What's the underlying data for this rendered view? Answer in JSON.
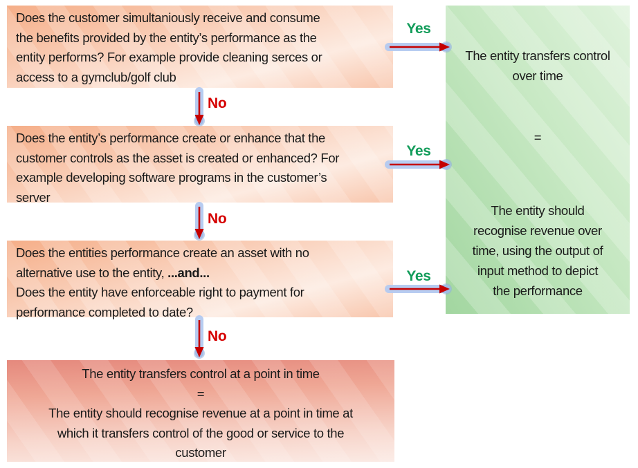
{
  "labels": {
    "yes": "Yes",
    "no": "No"
  },
  "colors": {
    "yes_label": "#129c5a",
    "no_label": "#d50000",
    "arrow_red": "#c50000",
    "arrow_glow": "#b3c9f0",
    "question_box_dark": "#f5ae88",
    "question_box_light": "#fdebe1",
    "green_box_dark": "#a2d6a0",
    "green_box_light": "#e0f3dd",
    "red_box_dark": "#e5897d",
    "red_box_light": "#fbeae4",
    "text": "#1a1a1a"
  },
  "boxes": {
    "q1": {
      "lines": [
        "Does the customer simultaniously receive and consume",
        "the benefits provided by the entity’s performance as the",
        "entity performs? For example provide cleaning serces or",
        "access to a gymclub/golf club"
      ]
    },
    "q2": {
      "lines": [
        "Does the entity’s performance create or enhance that the",
        "customer controls as the asset is created or enhanced? For",
        "example developing software programs in the customer’s",
        "server"
      ]
    },
    "q3": {
      "lines": [
        "Does the entities performance create an asset with no",
        {
          "t": "alternative use to the entity, ",
          "b": "...and..."
        },
        "Does the entity have enforceable right to payment for",
        "performance completed to date?"
      ]
    },
    "point_in_time": {
      "lines": [
        "The entity transfers control at a point in time",
        "=",
        "The entity should recognise revenue at a point in time at",
        "which it transfers control of the good or service to the",
        "customer"
      ]
    },
    "over_time": {
      "title_lines": [
        "The entity transfers control",
        "over time"
      ],
      "equals": "=",
      "body_lines": [
        "The entity should",
        "recognise revenue over",
        "time, using the output of",
        "input method to depict",
        "the performance"
      ]
    }
  }
}
